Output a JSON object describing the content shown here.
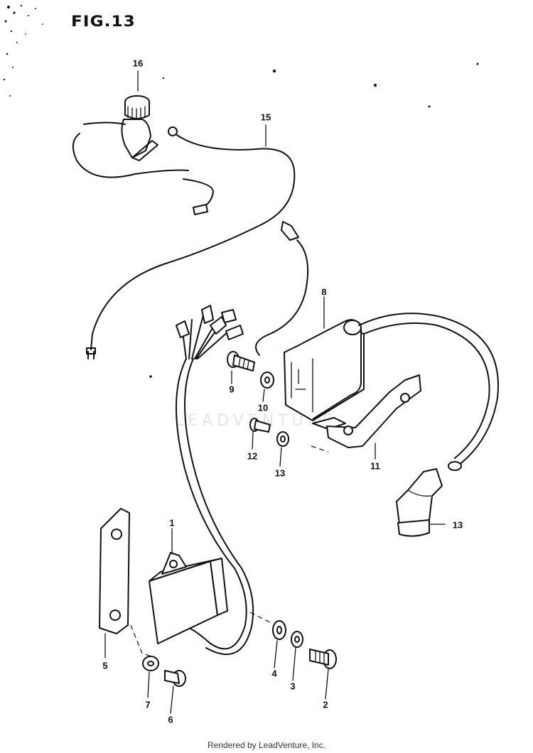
{
  "figure": {
    "title": "FIG.13"
  },
  "callouts": [
    {
      "id": "c16",
      "label": "16"
    },
    {
      "id": "c15",
      "label": "15"
    },
    {
      "id": "c8",
      "label": "8"
    },
    {
      "id": "c9",
      "label": "9"
    },
    {
      "id": "c10",
      "label": "10"
    },
    {
      "id": "c12",
      "label": "12"
    },
    {
      "id": "c13a",
      "label": "13"
    },
    {
      "id": "c11",
      "label": "11"
    },
    {
      "id": "c13b",
      "label": "13"
    },
    {
      "id": "c1",
      "label": "1"
    },
    {
      "id": "c5",
      "label": "5"
    },
    {
      "id": "c7",
      "label": "7"
    },
    {
      "id": "c6",
      "label": "6"
    },
    {
      "id": "c4",
      "label": "4"
    },
    {
      "id": "c3",
      "label": "3"
    },
    {
      "id": "c2",
      "label": "2"
    }
  ],
  "watermark": "LEADVENTURE",
  "footer": "Rendered by LeadVenture, Inc."
}
